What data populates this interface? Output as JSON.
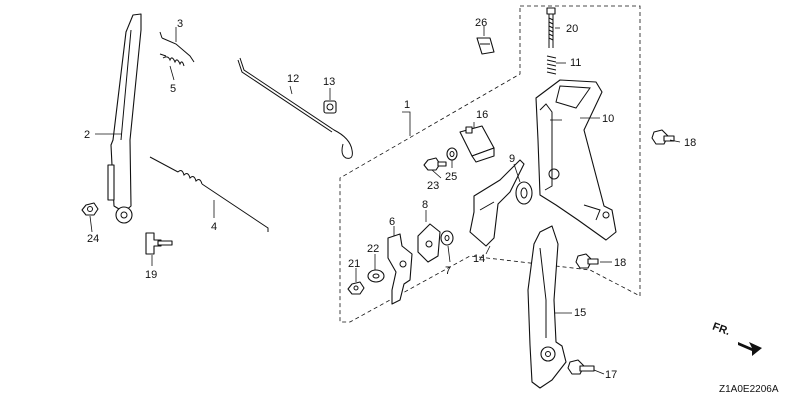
{
  "diagram": {
    "callouts": {
      "p1": "1",
      "p2": "2",
      "p3": "3",
      "p4": "4",
      "p5": "5",
      "p6": "6",
      "p7": "7",
      "p8": "8",
      "p9": "9",
      "p10": "10",
      "p11": "11",
      "p12": "12",
      "p13": "13",
      "p14": "14",
      "p15": "15",
      "p16": "16",
      "p17": "17",
      "p18a": "18",
      "p18b": "18",
      "p19": "19",
      "p20": "20",
      "p21": "21",
      "p22": "22",
      "p23": "23",
      "p24": "24",
      "p25": "25",
      "p26": "26"
    },
    "front_label": "FR.",
    "drawing_code": "Z1A0E2206A"
  }
}
